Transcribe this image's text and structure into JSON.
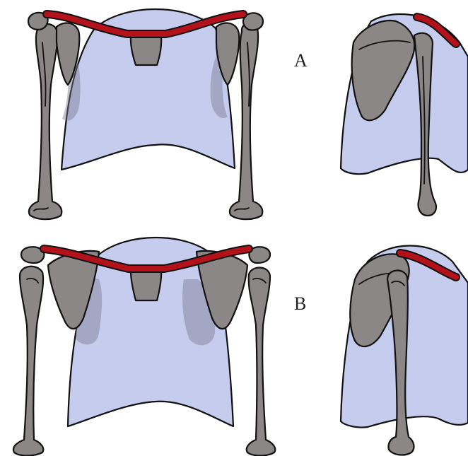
{
  "panels": [
    {
      "label": "A",
      "description_icon": "shoulder-girdle-diagram"
    },
    {
      "label": "B",
      "description_icon": "shoulder-girdle-diagram"
    }
  ],
  "colors": {
    "thorax": "#c5cced",
    "bone": "#8a8786",
    "clavicle": "#b3121b",
    "outline": "#111111",
    "background": "#ffffff"
  }
}
